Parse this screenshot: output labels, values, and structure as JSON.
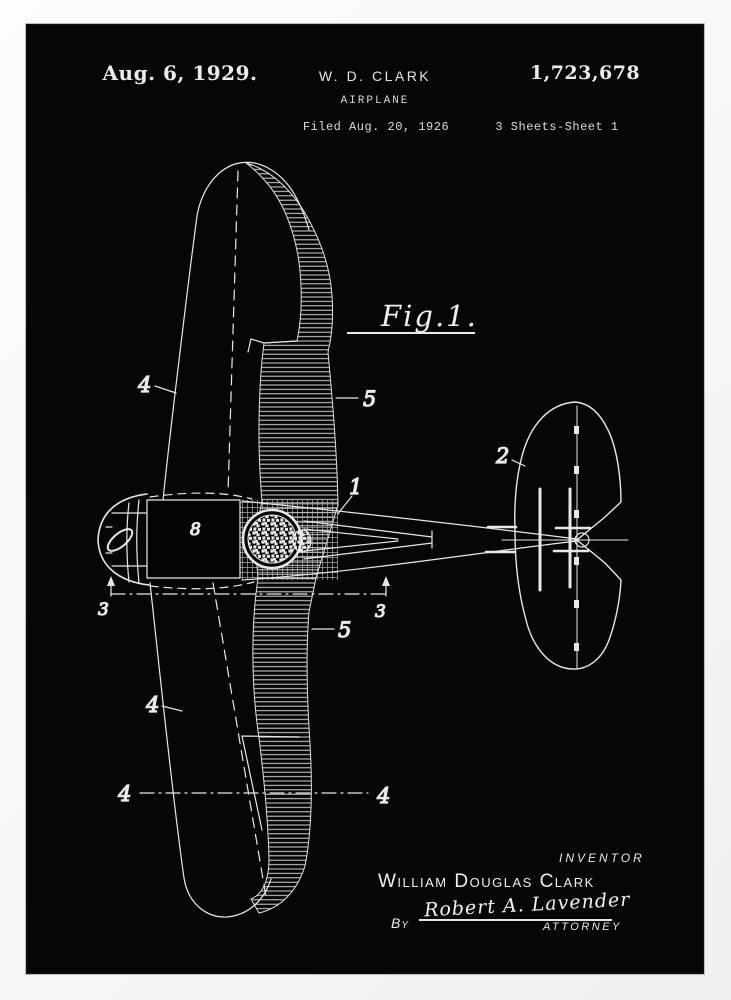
{
  "header": {
    "date": "Aug. 6, 1929.",
    "inventor_short": "W. D. CLARK",
    "patent_number": "1,723,678",
    "doc_title": "AIRPLANE",
    "filed_line": "Filed Aug. 20, 1926",
    "sheet_info": "3 Sheets-Sheet  1"
  },
  "figure": {
    "label": "Fig.1."
  },
  "drawing": {
    "labels": {
      "wing_upper": "4",
      "flap_upper": "5",
      "fuselage": "1",
      "tail": "2",
      "engine": "8",
      "section3_left": "3",
      "section3_right": "3",
      "flap_lower": "5",
      "wing_lower": "4",
      "section4_left": "4",
      "section4_right": "4"
    }
  },
  "footer": {
    "inventor_heading": "INVENTOR",
    "inventor_name": "William Douglas Clark",
    "by_label": "By",
    "signature": "Robert A. Lavender",
    "attorney_label": "ATTORNEY"
  },
  "colors": {
    "paper": "#f7f6f4",
    "sheet_background": "#060606",
    "ink": "#ececec"
  }
}
